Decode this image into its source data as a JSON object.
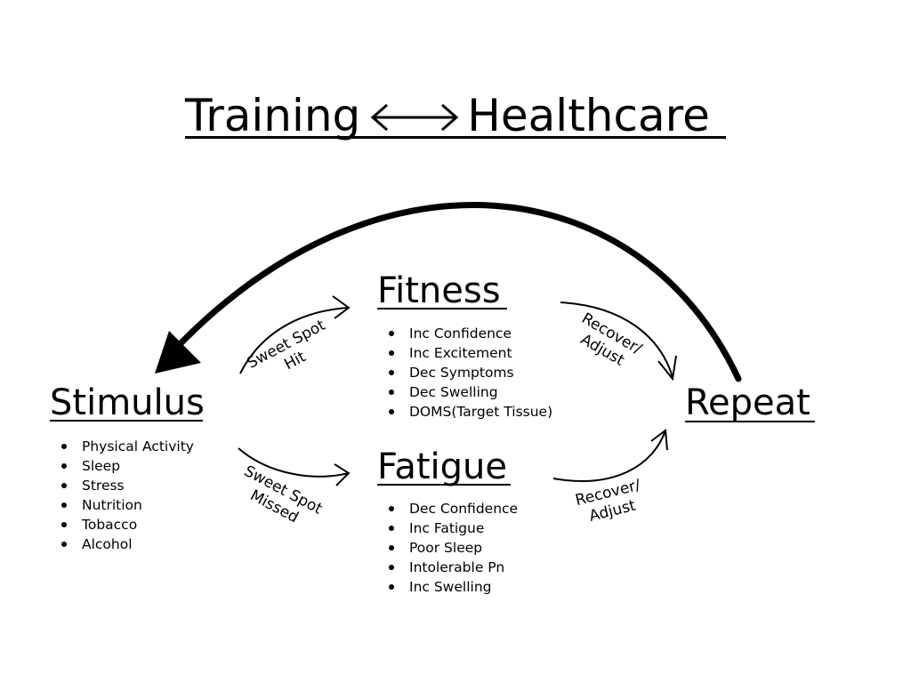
{
  "title": {
    "left": "Training",
    "right": "Healthcare",
    "connector_icon": "double-headed-arrow"
  },
  "nodes": {
    "stimulus": {
      "title": "Stimulus",
      "items": [
        "Physical Activity",
        "Sleep",
        "Stress",
        "Nutrition",
        "Tobacco",
        "Alcohol"
      ]
    },
    "fitness": {
      "title": "Fitness",
      "items": [
        "Inc Confidence",
        "Inc Excitement",
        "Dec Symptoms",
        "Dec Swelling",
        "DOMS(Target Tissue)"
      ]
    },
    "fatigue": {
      "title": "Fatigue",
      "items": [
        "Dec Confidence",
        "Inc Fatigue",
        "Poor Sleep",
        "Intolerable Pn",
        "Inc Swelling"
      ]
    },
    "repeat": {
      "title": "Repeat"
    }
  },
  "edges": {
    "sweet_spot_hit": {
      "line1": "Sweet Spot",
      "line2": "Hit"
    },
    "sweet_spot_missed": {
      "line1": "Sweet Spot",
      "line2": "Missed"
    },
    "recover_top": {
      "line1": "Recover/",
      "line2": "Adjust"
    },
    "recover_bottom": {
      "line1": "Recover/",
      "line2": "Adjust"
    }
  },
  "colors": {
    "ink": "#000000",
    "background": "#ffffff"
  }
}
